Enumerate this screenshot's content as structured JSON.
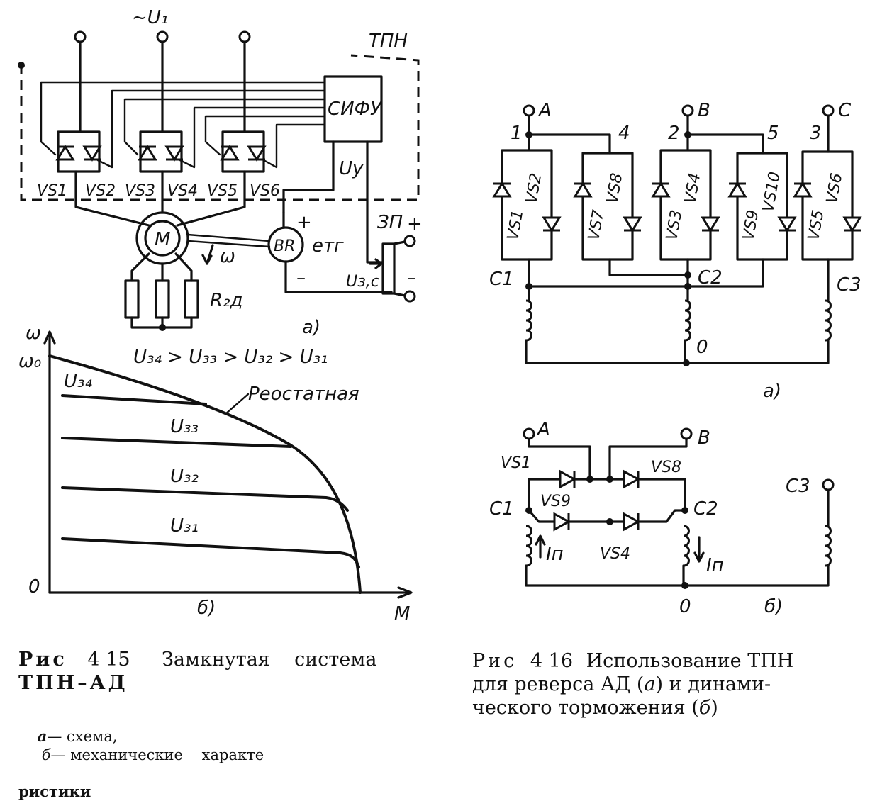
{
  "fig415a": {
    "supply_label": "~U₁",
    "tpn_label": "ТПН",
    "sifu_label": "СИФУ",
    "thyristors": [
      "VS1",
      "VS2",
      "VS3",
      "VS4",
      "VS5",
      "VS6"
    ],
    "uy_label": "Uу",
    "motor_label": "M",
    "omega_label": "ω",
    "br_label": "BR",
    "etg_label": "eтг",
    "plus_label": "+",
    "minus_label": "–",
    "zp_label": "ЗП",
    "zp_plus": "+",
    "zp_minus": "–",
    "uzs_label": "Uз,с",
    "r2d_label": "R₂д",
    "panel_label": "а)"
  },
  "fig415b": {
    "y_axis_label": "ω",
    "omega0_label": "ω₀",
    "zero_label": "0",
    "x_axis_label": "M",
    "inequality": "U₃₄ > U₃₃ > U₃₂ > U₃₁",
    "rheostat_label": "Реостатная",
    "curve_labels": [
      "U₃₄",
      "U₃₃",
      "U₃₂",
      "U₃₁"
    ],
    "panel_label": "б)"
  },
  "fig416a": {
    "phases": [
      "A",
      "B",
      "C"
    ],
    "node_numbers": [
      "1",
      "4",
      "2",
      "5",
      "3"
    ],
    "thyristors": [
      "VS1",
      "VS2",
      "VS7",
      "VS8",
      "VS3",
      "VS4",
      "VS9",
      "VS10",
      "VS5",
      "VS6"
    ],
    "c_labels": [
      "C1",
      "C2",
      "C3"
    ],
    "neutral_label": "0",
    "panel_label": "а)"
  },
  "fig416b": {
    "phase_a": "A",
    "phase_b": "B",
    "c3_label": "C3",
    "c1_label": "C1",
    "c2_label": "C2",
    "thyristors": [
      "VS1",
      "VS8",
      "VS9",
      "VS4"
    ],
    "current_label": "Iп",
    "neutral_label": "0",
    "panel_label": "б)"
  },
  "caption415": {
    "prefix": "Рис",
    "number": "4 15",
    "text_line1": "Замкнутая    система",
    "text_line2": "ТПН–АД",
    "sub_a": "а",
    "sub_a_text": "— схема,",
    "sub_b": "б",
    "sub_b_text": "— механические    характе",
    "sub_line2": "ристики"
  },
  "caption416": {
    "prefix": "Рис",
    "number": "4 16",
    "line1": "Использование ТПН",
    "line2_pre": "для реверса АД (",
    "line2_a": "а",
    "line2_mid": ") и динами-",
    "line3_pre": "ческого торможения (",
    "line3_b": "б",
    "line3_post": ")"
  }
}
